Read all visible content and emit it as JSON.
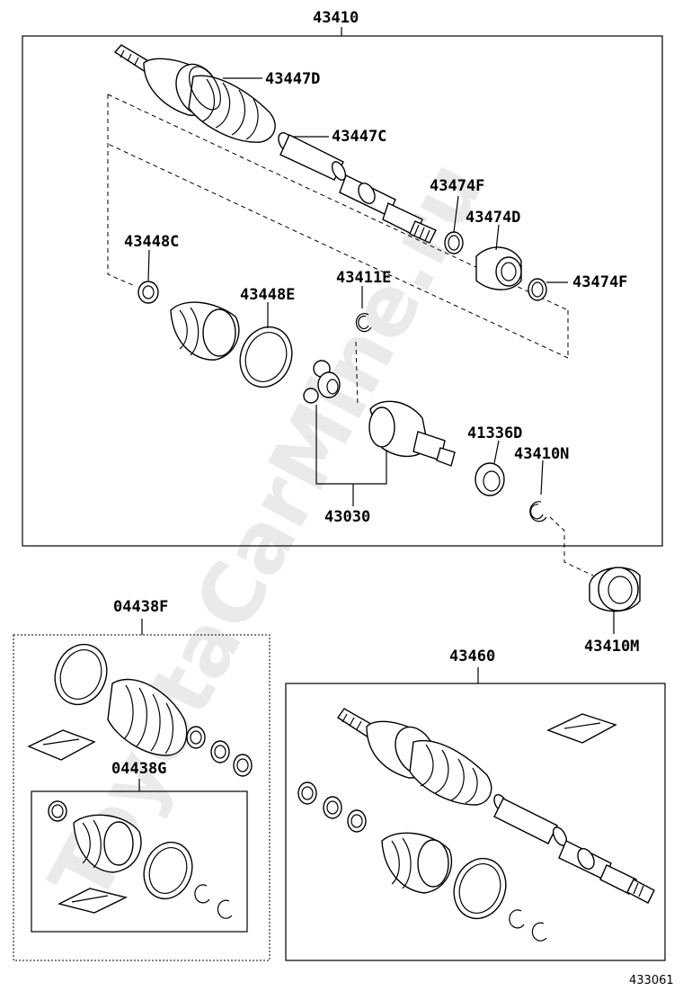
{
  "watermark": "ToyotaCarMine.ru",
  "diagram_code": "433061",
  "labels": {
    "p43410": "43410",
    "p43447D": "43447D",
    "p43447C": "43447C",
    "p43474F_top": "43474F",
    "p43474D": "43474D",
    "p43474F_right": "43474F",
    "p43448C": "43448C",
    "p43448E": "43448E",
    "p43411E": "43411E",
    "p41336D": "41336D",
    "p43410N": "43410N",
    "p43030": "43030",
    "p43410M": "43410M",
    "p04438F": "04438F",
    "p04438G": "04438G",
    "p43460": "43460"
  }
}
